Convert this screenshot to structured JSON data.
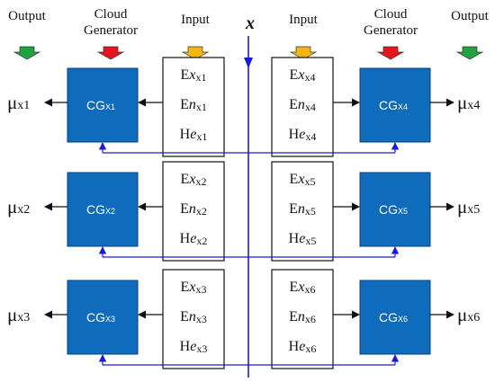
{
  "headers": {
    "output": "Output",
    "cloud_line1": "Cloud",
    "cloud_line2": "Generator",
    "input": "Input",
    "x": "x"
  },
  "colors": {
    "output_arrow": "#21a33b",
    "generator_arrow": "#e8141b",
    "input_arrow": "#f5b614",
    "cg_fill": "#0f6cbd",
    "cg_stroke": "#0a3f73",
    "link_line": "#1a1adb"
  },
  "rows": [
    {
      "left": {
        "cg": "CG",
        "cg_sub": "X1",
        "mu": "μ",
        "mu_sub": "x1",
        "ex": [
          "E",
          "x",
          "x1"
        ],
        "en": [
          "E",
          "n",
          "x1"
        ],
        "he": [
          "H",
          "e",
          "x1"
        ]
      },
      "right": {
        "cg": "CG",
        "cg_sub": "X4",
        "mu": "μ",
        "mu_sub": "x4",
        "ex": [
          "E",
          "x",
          "x4"
        ],
        "en": [
          "E",
          "n",
          "x4"
        ],
        "he": [
          "H",
          "e",
          "x4"
        ]
      }
    },
    {
      "left": {
        "cg": "CG",
        "cg_sub": "X2",
        "mu": "μ",
        "mu_sub": "x2",
        "ex": [
          "E",
          "x",
          "x2"
        ],
        "en": [
          "E",
          "n",
          "x2"
        ],
        "he": [
          "H",
          "e",
          "x2"
        ]
      },
      "right": {
        "cg": "CG",
        "cg_sub": "X5",
        "mu": "μ",
        "mu_sub": "x5",
        "ex": [
          "E",
          "x",
          "x5"
        ],
        "en": [
          "E",
          "n",
          "x5"
        ],
        "he": [
          "H",
          "e",
          "x5"
        ]
      }
    },
    {
      "left": {
        "cg": "CG",
        "cg_sub": "X3",
        "mu": "μ",
        "mu_sub": "x3",
        "ex": [
          "E",
          "x",
          "x3"
        ],
        "en": [
          "E",
          "n",
          "x3"
        ],
        "he": [
          "H",
          "e",
          "x3"
        ]
      },
      "right": {
        "cg": "CG",
        "cg_sub": "X6",
        "mu": "μ",
        "mu_sub": "x6",
        "ex": [
          "E",
          "x",
          "x6"
        ],
        "en": [
          "E",
          "n",
          "x6"
        ],
        "he": [
          "H",
          "e",
          "x6"
        ]
      }
    }
  ]
}
